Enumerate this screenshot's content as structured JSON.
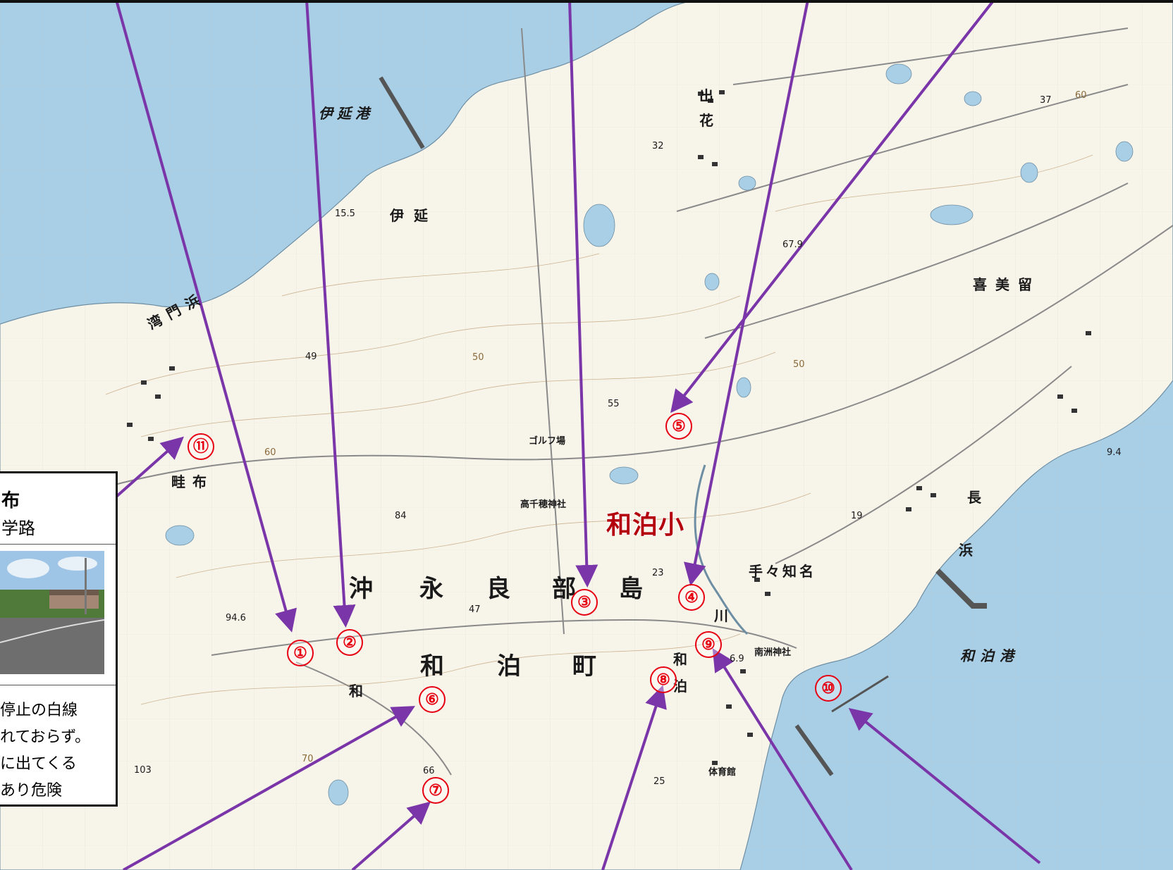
{
  "map": {
    "place_labels": {
      "ien_port": "伊延港",
      "ien": "伊延",
      "wanmon_beach": "湾門浜",
      "dehana_1": "出",
      "dehana_2": "花",
      "kimiru": "喜美留",
      "golf": "ゴルフ場",
      "takachiho": "高千穂神社",
      "okinoerabu_1": "沖",
      "okinoerabu_2": "永",
      "okinoerabu_3": "良",
      "okinoerabu_4": "部",
      "okinoerabu_5": "島",
      "wadomari_1": "和",
      "wadomari_2": "泊",
      "wadomari_3": "町",
      "teteshina": "手々知名",
      "nanshu": "南洲神社",
      "gym": "体育館",
      "wadomari_port": "和泊港",
      "nagahama_1": "長",
      "nagahama_2": "浜",
      "afu": "畦布",
      "river": "川",
      "wa_small": "和",
      "wa_small2": "和",
      "haku_small": "泊"
    },
    "spot_heights": [
      "15.5",
      "49",
      "55",
      "32",
      "37",
      "67.9",
      "84",
      "94.6",
      "47",
      "23",
      "19",
      "9.4",
      "103",
      "66",
      "25",
      "6.9",
      "60",
      "50",
      "50",
      "60",
      "70"
    ],
    "school_label": "和泊小",
    "markers": [
      "①",
      "②",
      "③",
      "④",
      "⑤",
      "⑥",
      "⑦",
      "⑧",
      "⑨",
      "⑩",
      "⑪"
    ],
    "colors": {
      "sea": "#a9cfe6",
      "land": "#f7f4ea",
      "arrow": "#7a35a8",
      "marker": "#e60012",
      "school": "#b3000c"
    }
  },
  "callout": {
    "title": "布",
    "subtitle": "学路",
    "desc": [
      "停止の白線",
      "れておらず。",
      "に出てくる",
      "あり危険"
    ]
  }
}
